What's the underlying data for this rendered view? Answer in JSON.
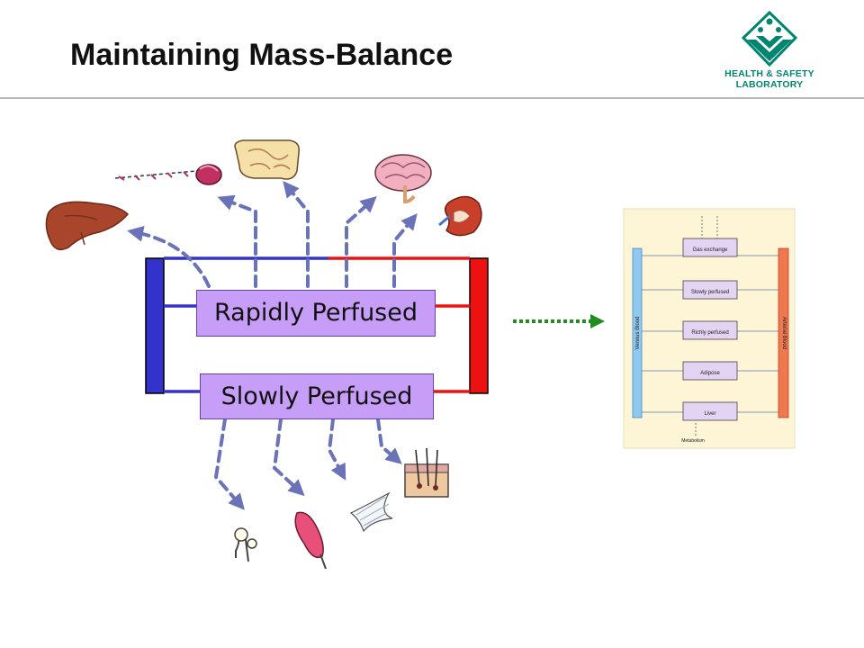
{
  "slide": {
    "title": "Maintaining Mass-Balance"
  },
  "logo": {
    "line1": "HEALTH & SAFETY",
    "line2": "LABORATORY",
    "color": "#00856f"
  },
  "diagram": {
    "rapid_label": "Rapidly Perfused",
    "slow_label": "Slowly Perfused",
    "venous_color": "#3333cc",
    "arterial_color": "#ee1111",
    "box_color": "#c79ef7",
    "arrow_color": "#6a73b8",
    "link_arrow_color": "#228b22",
    "rapid_organs": [
      "spinal-cord",
      "intestines",
      "brain",
      "kidney",
      "liver"
    ],
    "slow_tissues": [
      "bone",
      "muscle",
      "fat",
      "skin"
    ]
  },
  "pbpk_schematic": {
    "venous_label": "Venous Blood",
    "arterial_label": "Arterial Blood",
    "metabolism_label": "Metabolism",
    "compartments": [
      "Gas exchange",
      "Slowly perfused",
      "Richly perfused",
      "Adipose",
      "Liver"
    ]
  }
}
